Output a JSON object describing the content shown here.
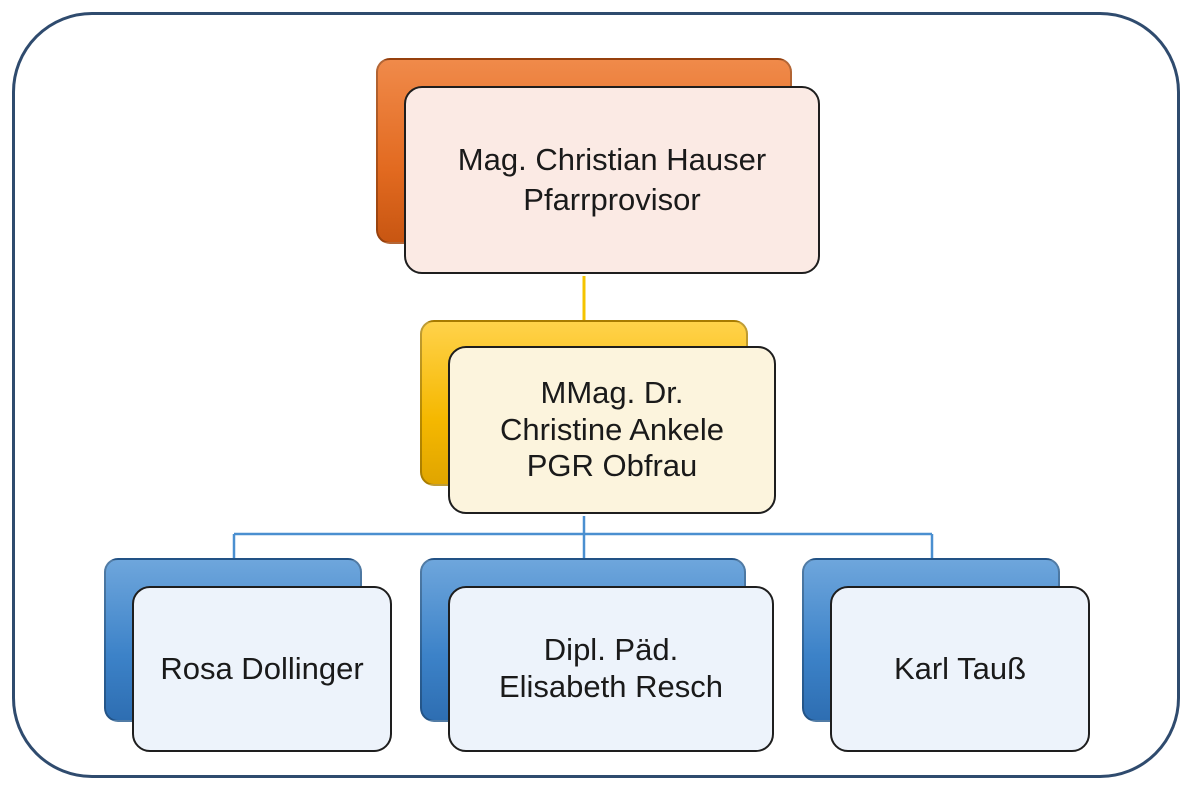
{
  "colors": {
    "frame_border": "#2f4b6e",
    "top_accent": "#e26a20",
    "middle_accent": "#f5b800",
    "bottom_accent": "#3c82c8",
    "connector_top": "#f5c400",
    "connector_bottom": "#4a8fd0"
  },
  "top": {
    "name": "Mag. Christian Hauser",
    "role": "Pfarrprovisor"
  },
  "middle": {
    "line1": "MMag. Dr.",
    "line2": "Christine Ankele",
    "line3": "PGR Obfrau"
  },
  "bottom": [
    {
      "line1": "Rosa Dollinger",
      "line2": ""
    },
    {
      "line1": "Dipl. Päd.",
      "line2": "Elisabeth Resch"
    },
    {
      "line1": "Karl Tauß",
      "line2": ""
    }
  ]
}
